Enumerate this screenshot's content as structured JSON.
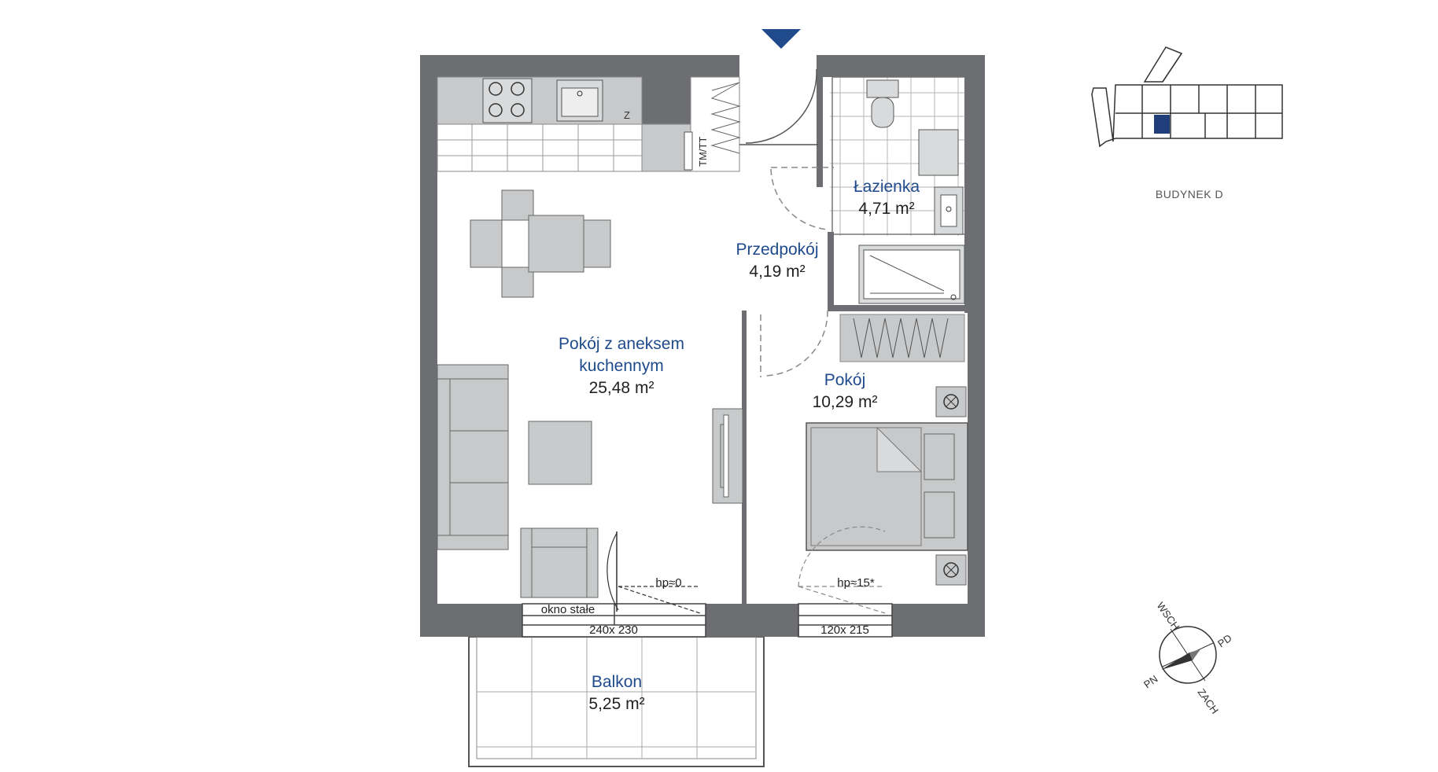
{
  "rooms": {
    "living": {
      "name_line1": "Pokój z aneksem",
      "name_line2": "kuchennym",
      "area": "25,48 m²"
    },
    "hall": {
      "name": "Przedpokój",
      "area": "4,19 m²"
    },
    "bathroom": {
      "name": "Łazienka",
      "area": "4,71 m²"
    },
    "bedroom": {
      "name": "Pokój",
      "area": "10,29 m²"
    },
    "balcony": {
      "name": "Balkon",
      "area": "5,25 m²"
    }
  },
  "annotations": {
    "fixed_window": "okno stałe",
    "sill_living": "hp≈0",
    "sill_bedroom": "hp≈15*",
    "opening_living": "240x 230",
    "opening_bedroom": "120x 215",
    "fridge_mark": "Z",
    "wardrobe_mark": "TM/TT"
  },
  "building": {
    "label": "BUDYNEK D"
  },
  "compass": {
    "north": "PN",
    "east": "WSCH",
    "south": "PD",
    "west": "ZACH"
  },
  "colors": {
    "wall": "#6d6e71",
    "furniture": "#c8c9cb",
    "accent": "#1f4a8c",
    "text": "#222222"
  }
}
